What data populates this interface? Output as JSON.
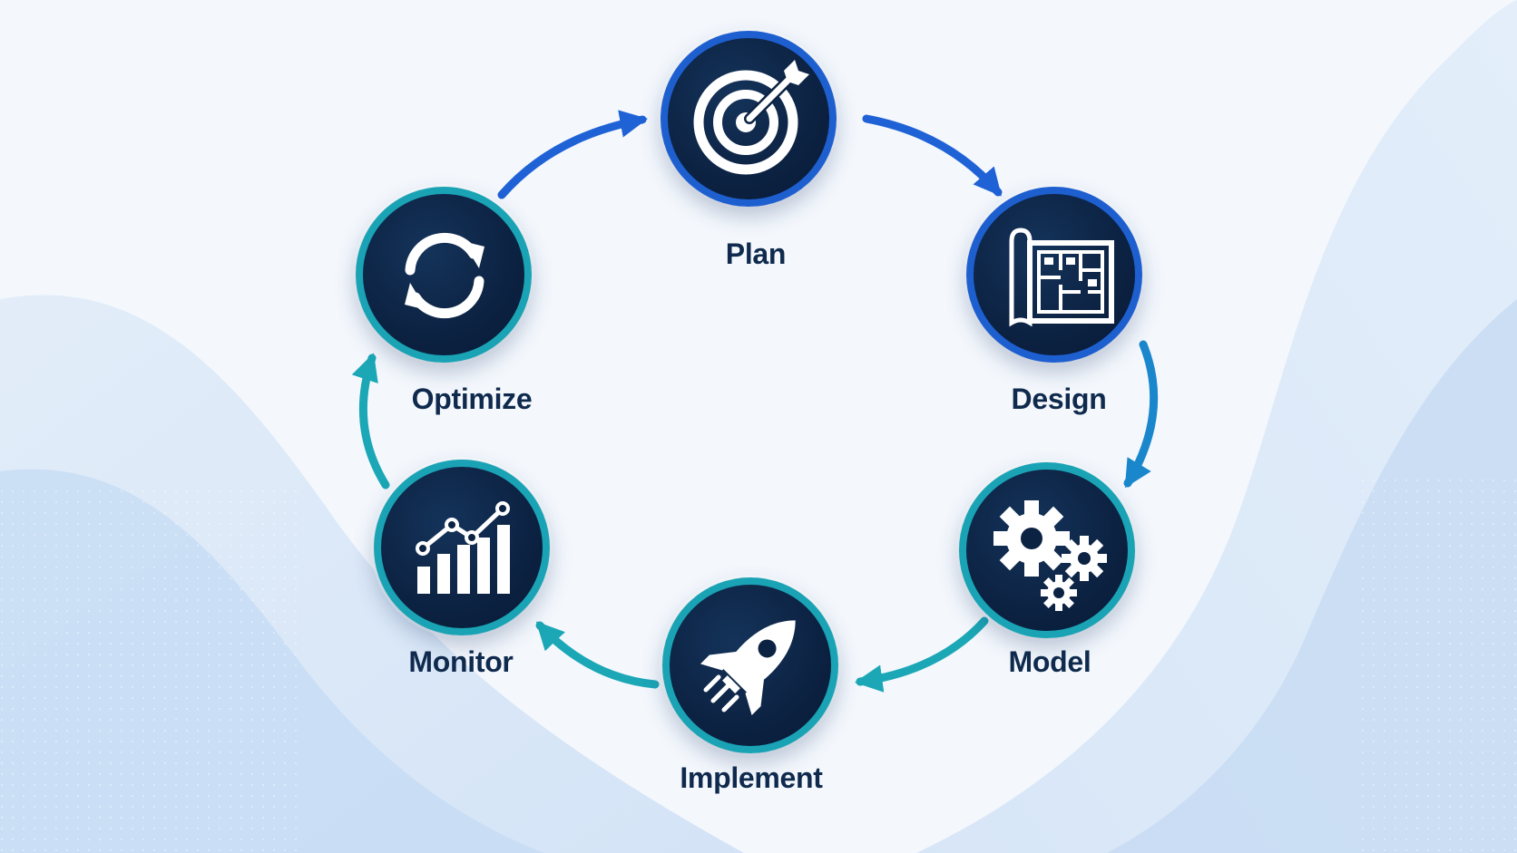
{
  "colors": {
    "node_fill": "#0c2242",
    "ring_blue": "#1e5fd0",
    "ring_teal": "#1aa3b5",
    "arrow_blue": "#1f62d6",
    "arrow_teal": "#1ba7b6",
    "label": "#0f2a4d",
    "icon": "#ffffff"
  },
  "steps": [
    {
      "label": "Plan",
      "icon": "target-icon"
    },
    {
      "label": "Design",
      "icon": "blueprint-icon"
    },
    {
      "label": "Model",
      "icon": "gears-icon"
    },
    {
      "label": "Implement",
      "icon": "rocket-icon"
    },
    {
      "label": "Monitor",
      "icon": "chart-icon"
    },
    {
      "label": "Optimize",
      "icon": "refresh-icon"
    }
  ]
}
